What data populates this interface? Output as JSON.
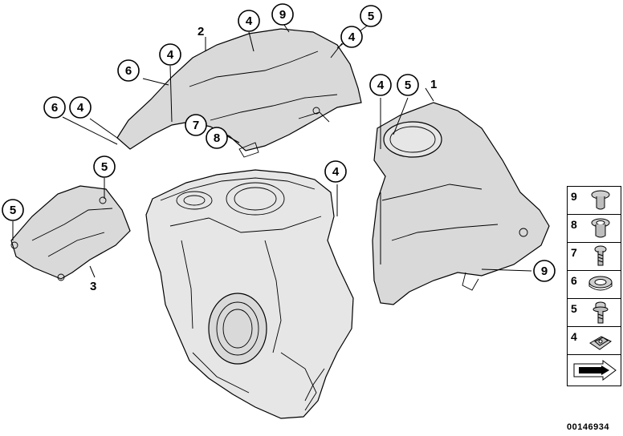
{
  "callouts": [
    "2",
    "9",
    "4",
    "5",
    "4",
    "6",
    "4",
    "6",
    "4",
    "7",
    "8",
    "4",
    "5",
    "1",
    "5",
    "5",
    "4",
    "3",
    "9"
  ],
  "legend": [
    {
      "num": "9",
      "icon": "plug-icon"
    },
    {
      "num": "8",
      "icon": "grommet-sleeve-icon"
    },
    {
      "num": "7",
      "icon": "screw-icon"
    },
    {
      "num": "6",
      "icon": "rubber-grommet-icon"
    },
    {
      "num": "5",
      "icon": "collar-bolt-icon"
    },
    {
      "num": "4",
      "icon": "clip-nut-icon"
    },
    {
      "num": "",
      "icon": "arrow-icon"
    }
  ],
  "drawing_number": "00146934"
}
